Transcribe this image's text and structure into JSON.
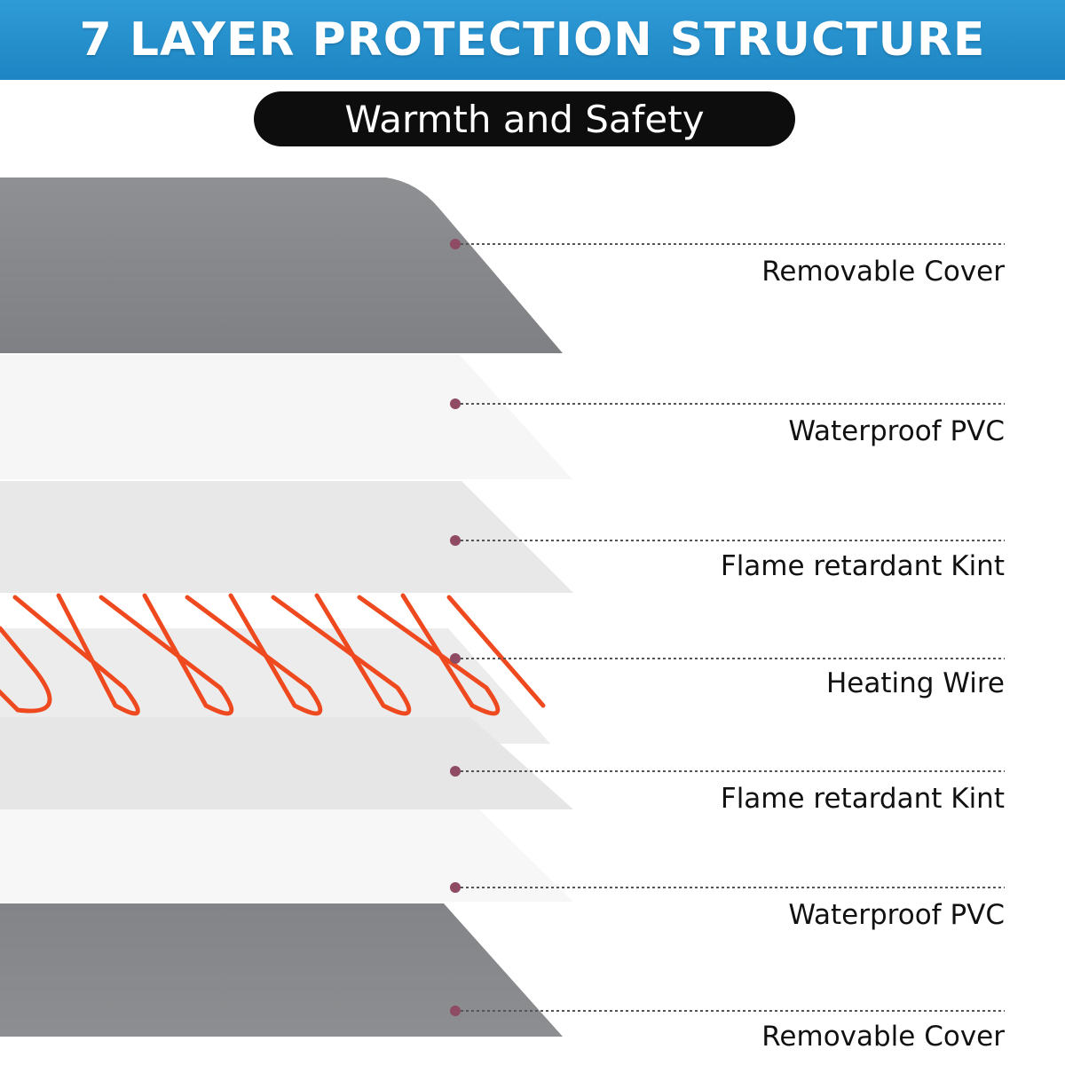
{
  "header": {
    "title": "7 LAYER PROTECTION STRUCTURE",
    "subtitle": "Warmth and Safety"
  },
  "layers": [
    {
      "label": "Removable Cover"
    },
    {
      "label": "Waterproof PVC"
    },
    {
      "label": "Flame retardant Kint"
    },
    {
      "label": "Heating Wire"
    },
    {
      "label": "Flame retardant Kint"
    },
    {
      "label": "Waterproof PVC"
    },
    {
      "label": "Removable Cover"
    }
  ],
  "colors": {
    "header_band": "#1f8ccb",
    "cover_gray": "#8a8b8e",
    "heating_wire": "#ef4a1f",
    "marker_dot": "#8e4b63",
    "pill": "#0d0d0d"
  }
}
